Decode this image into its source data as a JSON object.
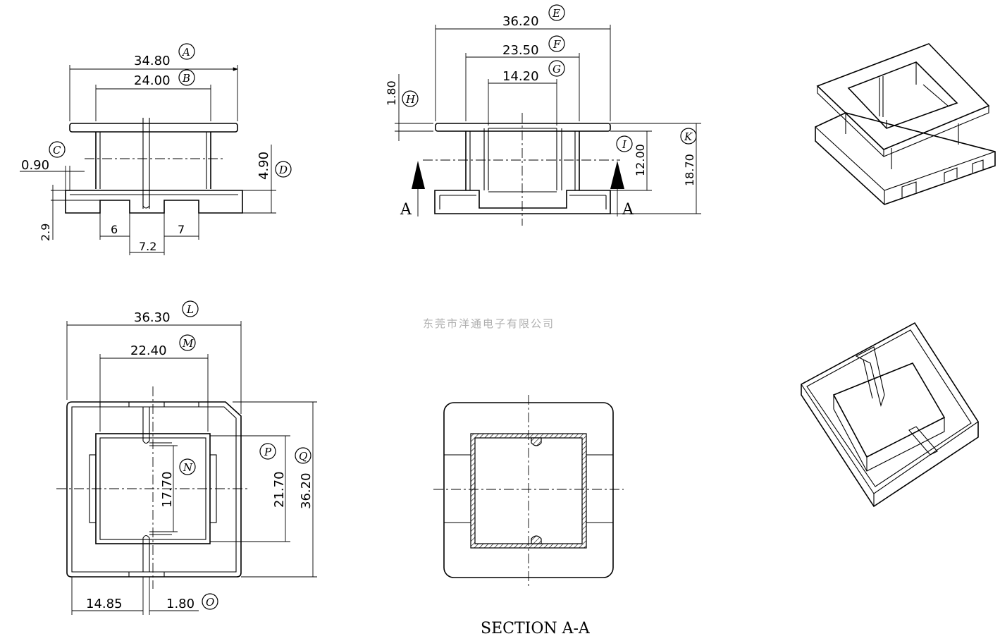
{
  "company": "东莞市洋通电子有限公司",
  "section_title": "SECTION A-A",
  "section_marker": "A",
  "front_view": {
    "dims": {
      "A": "34.80",
      "B": "24.00",
      "C": "0.90",
      "D": "4.90",
      "h29": "2.9",
      "w6": "6",
      "w7": "7",
      "w72": "7.2"
    }
  },
  "side_view": {
    "dims": {
      "E": "36.20",
      "F": "23.50",
      "G": "14.20",
      "H": "1.80",
      "I": "12.00",
      "K": "18.70"
    }
  },
  "top_view": {
    "dims": {
      "L": "36.30",
      "M": "22.40",
      "N": "17.70",
      "P": "21.70",
      "Q": "36.20",
      "w1485": "14.85",
      "O": "1.80"
    }
  },
  "letters": [
    "A",
    "B",
    "C",
    "D",
    "E",
    "F",
    "G",
    "H",
    "I",
    "K",
    "L",
    "M",
    "N",
    "O",
    "P",
    "Q"
  ]
}
